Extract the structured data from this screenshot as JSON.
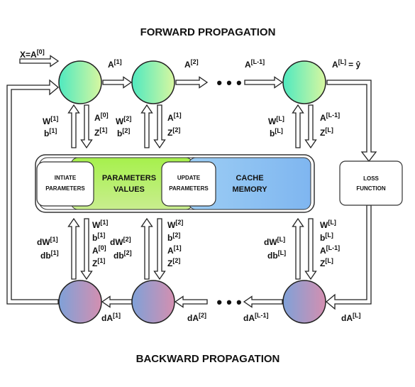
{
  "titles": {
    "forward": "FORWARD PROPAGATION",
    "backward": "BACKWARD PROPAGATION"
  },
  "colors": {
    "forward_node_start": "#4fe9c0",
    "forward_node_end": "#d8f7a0",
    "backward_node_start": "#7fa1d8",
    "backward_node_end": "#d48fb0",
    "parameters_box": "#b5ee6a",
    "cache_box": "#8fc3f3"
  },
  "inputs": {
    "x_label": "X=A",
    "x_sup": "[0]"
  },
  "forward": {
    "a1": {
      "base": "A",
      "sup": "[1]"
    },
    "a2": {
      "base": "A",
      "sup": "[2]"
    },
    "aLm1": {
      "base": "A",
      "sup": "[L-1]"
    },
    "aL": {
      "base": "A",
      "sup": "[L]"
    },
    "equals_yhat": "= ŷ",
    "dots": "• • •"
  },
  "backward": {
    "da1": {
      "base": "dA",
      "sup": "[1]"
    },
    "da2": {
      "base": "dA",
      "sup": "[2]"
    },
    "daLm1": {
      "base": "dA",
      "sup": "[L-1]"
    },
    "daL": {
      "base": "dA",
      "sup": "[L]"
    },
    "dots": "• • •"
  },
  "boxes": {
    "initiate": [
      "INTIATE",
      "PARAMETERS"
    ],
    "parameters": [
      "PARAMETERS",
      "VALUES"
    ],
    "update": [
      "UPDATE",
      "PARAMETERS"
    ],
    "cache": [
      "CACHE",
      "MEMORY"
    ],
    "loss": [
      "LOSS",
      "FUNCTION"
    ]
  },
  "upper_labels": {
    "col1_left": [
      {
        "base": "W",
        "sup": "[1]"
      },
      {
        "base": "b",
        "sup": "[1]"
      }
    ],
    "col1_right": [
      {
        "base": "A",
        "sup": "[0]"
      },
      {
        "base": "Z",
        "sup": "[1]"
      }
    ],
    "col2_left": [
      {
        "base": "W",
        "sup": "[2]"
      },
      {
        "base": "b",
        "sup": "[2]"
      }
    ],
    "col2_right": [
      {
        "base": "A",
        "sup": "[1]"
      },
      {
        "base": "Z",
        "sup": "[2]"
      }
    ],
    "colL_left": [
      {
        "base": "W",
        "sup": "[L]"
      },
      {
        "base": "b",
        "sup": "[L]"
      }
    ],
    "colL_right": [
      {
        "base": "A",
        "sup": "[L-1]"
      },
      {
        "base": "Z",
        "sup": "[L]"
      }
    ]
  },
  "lower_labels": {
    "col1_left": [
      {
        "base": "dW",
        "sup": "[1]"
      },
      {
        "base": "db",
        "sup": "[1]"
      }
    ],
    "col1_right": [
      {
        "base": "W",
        "sup": "[1]"
      },
      {
        "base": "b",
        "sup": "[1]"
      },
      {
        "base": "A",
        "sup": "[0]"
      },
      {
        "base": "Z",
        "sup": "[1]"
      }
    ],
    "col2_left": [
      {
        "base": "dW",
        "sup": "[2]"
      },
      {
        "base": "db",
        "sup": "[2]"
      }
    ],
    "col2_right": [
      {
        "base": "W",
        "sup": "[2]"
      },
      {
        "base": "b",
        "sup": "[2]"
      },
      {
        "base": "A",
        "sup": "[1]"
      },
      {
        "base": "Z",
        "sup": "[2]"
      }
    ],
    "colL_left": [
      {
        "base": "dW",
        "sup": "[L]"
      },
      {
        "base": "db",
        "sup": "[L]"
      }
    ],
    "colL_right": [
      {
        "base": "W",
        "sup": "[L]"
      },
      {
        "base": "b",
        "sup": "[L]"
      },
      {
        "base": "A",
        "sup": "[L-1]"
      },
      {
        "base": "Z",
        "sup": "[L]"
      }
    ]
  }
}
